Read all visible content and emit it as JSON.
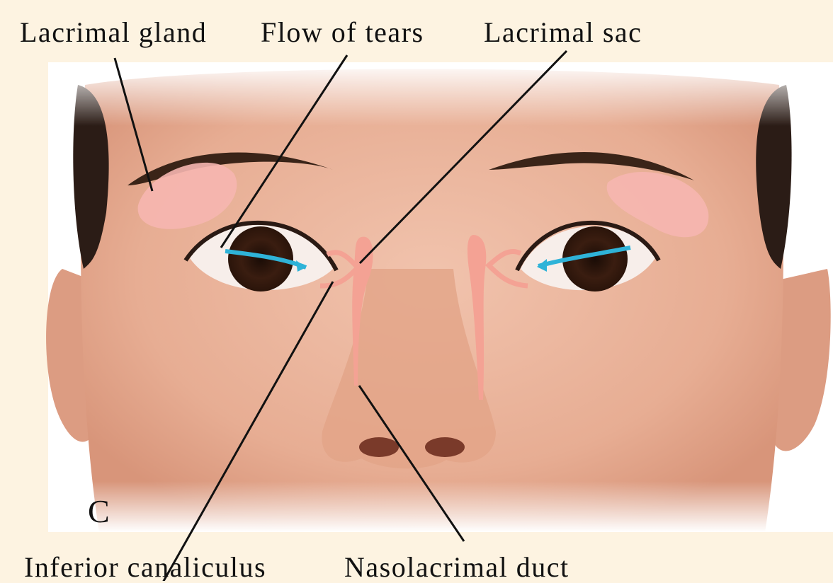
{
  "labels": {
    "lacrimal_gland": "Lacrimal gland",
    "flow_of_tears": "Flow of tears",
    "lacrimal_sac": "Lacrimal sac",
    "inferior_canaliculus": "Inferior canaliculus",
    "nasolacrimal_duct": "Nasolacrimal duct"
  },
  "panel_letter": "C",
  "colors": {
    "background": "#fdf3e1",
    "skin": "#e9b49c",
    "gland": "#f6b6b0",
    "duct": "#f4a294",
    "tear_flow": "#2fb3d8",
    "leader_line": "#111111"
  }
}
